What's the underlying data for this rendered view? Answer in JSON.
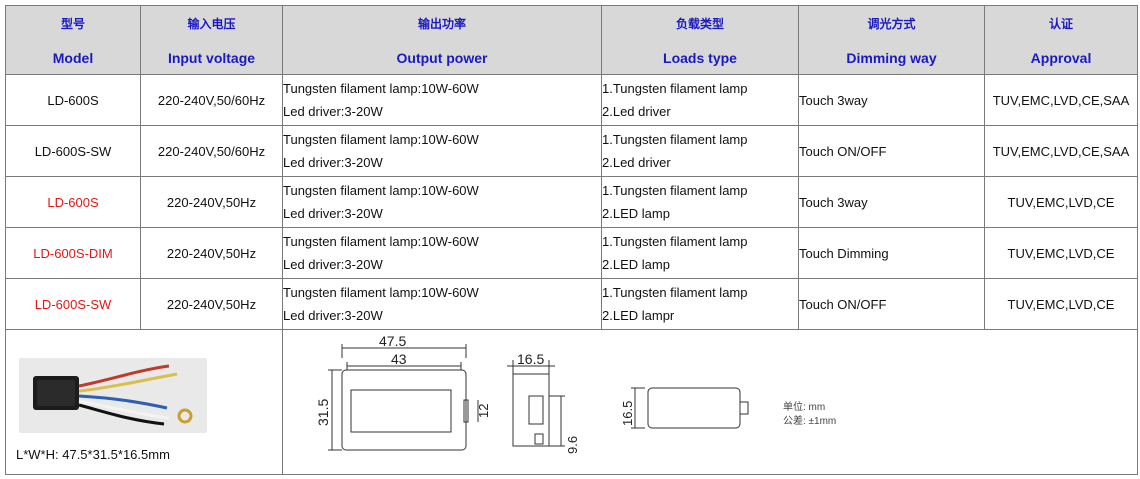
{
  "headers": [
    {
      "zh": "型号",
      "en": "Model"
    },
    {
      "zh": "输入电压",
      "en": "Input voltage"
    },
    {
      "zh": "输出功率",
      "en": "Output power"
    },
    {
      "zh": "负载类型",
      "en": "Loads type"
    },
    {
      "zh": "调光方式",
      "en": "Dimming way"
    },
    {
      "zh": "认证",
      "en": "Approval"
    }
  ],
  "rows": [
    {
      "model": "LD-600S",
      "model_color": "#111111",
      "voltage": "220-240V,50/60Hz",
      "power1": "Tungsten filament lamp:10W-60W",
      "power2": "Led driver:3-20W",
      "load1": "1.Tungsten filament lamp",
      "load2": "2.Led driver",
      "dimming": "Touch 3way",
      "approval": "TUV,EMC,LVD,CE,SAA"
    },
    {
      "model": "LD-600S-SW",
      "model_color": "#111111",
      "voltage": "220-240V,50/60Hz",
      "power1": "Tungsten filament lamp:10W-60W",
      "power2": "Led driver:3-20W",
      "load1": "1.Tungsten filament lamp",
      "load2": "2.Led driver",
      "dimming": "Touch ON/OFF",
      "approval": "TUV,EMC,LVD,CE,SAA"
    },
    {
      "model": "LD-600S",
      "model_color": "#e01818",
      "voltage": "220-240V,50Hz",
      "power1": "Tungsten filament lamp:10W-60W",
      "power2": "Led driver:3-20W",
      "load1": "1.Tungsten filament lamp",
      "load2": "2.LED lamp",
      "dimming": "Touch 3way",
      "approval": "TUV,EMC,LVD,CE"
    },
    {
      "model": "LD-600S-DIM",
      "model_color": "#e01818",
      "voltage": "220-240V,50Hz",
      "power1": "Tungsten filament lamp:10W-60W",
      "power2": "Led driver:3-20W",
      "load1": "1.Tungsten filament lamp",
      "load2": "2.LED lamp",
      "dimming": "Touch Dimming",
      "approval": "TUV,EMC,LVD,CE"
    },
    {
      "model": "LD-600S-SW",
      "model_color": "#e01818",
      "voltage": "220-240V,50Hz",
      "power1": "Tungsten filament lamp:10W-60W",
      "power2": "Led driver:3-20W",
      "load1": "1.Tungsten filament lamp",
      "load2": "2.LED lampr",
      "dimming": "Touch ON/OFF",
      "approval": "TUV,EMC,LVD,CE"
    }
  ],
  "bottom": {
    "caption": "L*W*H: 47.5*31.5*16.5mm",
    "dims": {
      "d1": "47.5",
      "d2": "43",
      "d3": "31.5",
      "d4": "12",
      "d5": "16.5",
      "d6": "9.6",
      "d7": "16.5"
    },
    "unit_label": "单位: mm",
    "tolerance_label": "公差: ±1mm"
  }
}
